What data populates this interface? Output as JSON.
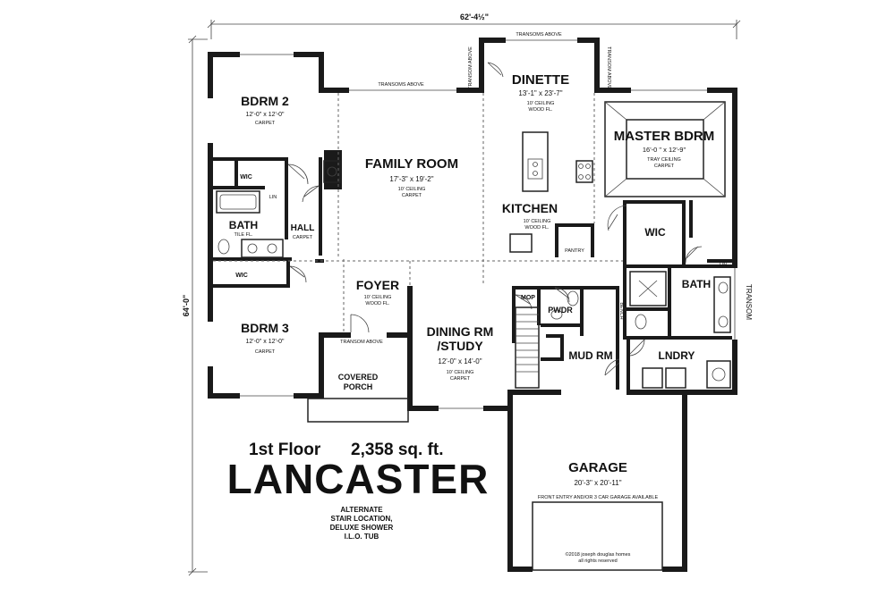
{
  "overall": {
    "width": "62'-4½\"",
    "depth": "64'-0\""
  },
  "notes": {
    "transoms_above": "TRANSOMS ABOVE",
    "transom_above": "TRANSOM ABOVE",
    "transom": "TRANSOM"
  },
  "rooms": {
    "bdrm2": {
      "name": "BDRM 2",
      "size": "12'-0\" x 12'-0\"",
      "finish": "CARPET"
    },
    "bdrm3": {
      "name": "BDRM 3",
      "size": "12'-0\" x 12'-0\"",
      "finish": "CARPET"
    },
    "wic_a": {
      "name": "WIC"
    },
    "wic_b": {
      "name": "WIC"
    },
    "wic_c": {
      "name": "WIC"
    },
    "lin_a": {
      "name": "LIN"
    },
    "lin_b": {
      "name": "LIN"
    },
    "bath_a": {
      "name": "BATH",
      "finish": "TILE FL."
    },
    "bath_b": {
      "name": "BATH"
    },
    "hall": {
      "name": "HALL",
      "finish": "CARPET"
    },
    "family": {
      "name": "FAMILY ROOM",
      "size": "17'-3\" x 19'-2\"",
      "ceiling": "10' CEILING",
      "finish": "CARPET"
    },
    "dinette": {
      "name": "DINETTE",
      "size": "13'-1\" x 23'-7\"",
      "ceiling": "10' CEILING",
      "finish": "WOOD FL."
    },
    "kitchen": {
      "name": "KITCHEN",
      "ceiling": "10' CEILING",
      "finish": "WOOD FL."
    },
    "pantry": {
      "name": "PANTRY"
    },
    "master": {
      "name": "MASTER BDRM",
      "size": "16'-0 \" x 12'-9\"",
      "ceiling": "TRAY CEILING",
      "finish": "CARPET"
    },
    "foyer": {
      "name": "FOYER",
      "ceiling": "10' CEILING",
      "finish": "WOOD FL."
    },
    "mop": {
      "name": "MOP"
    },
    "pwdr": {
      "name": "PWDR"
    },
    "bench": {
      "name": "BENCH"
    },
    "dining": {
      "name_line1": "DINING RM",
      "name_line2": "/STUDY",
      "size": "12'-0\" x 14'-0\"",
      "ceiling": "10' CEILING",
      "finish": "CARPET"
    },
    "mudrm": {
      "name": "MUD RM"
    },
    "lndry": {
      "name": "LNDRY"
    },
    "porch": {
      "name_line1": "COVERED",
      "name_line2": "PORCH"
    },
    "garage": {
      "name": "GARAGE",
      "size": "20'-3\" x 20'-11\"",
      "note": "FRONT ENTRY AND/OR 3 CAR GARAGE AVAILABLE",
      "copyright_line1": "©2018 joseph douglas homes",
      "copyright_line2": "all rights reserved"
    }
  },
  "title_block": {
    "floor": "1st Floor",
    "area": "2,358 sq. ft.",
    "plan_name": "LANCASTER",
    "alternates": [
      "ALTERNATE",
      "STAIR LOCATION,",
      "DELUXE SHOWER",
      "I.L.O. TUB"
    ]
  }
}
